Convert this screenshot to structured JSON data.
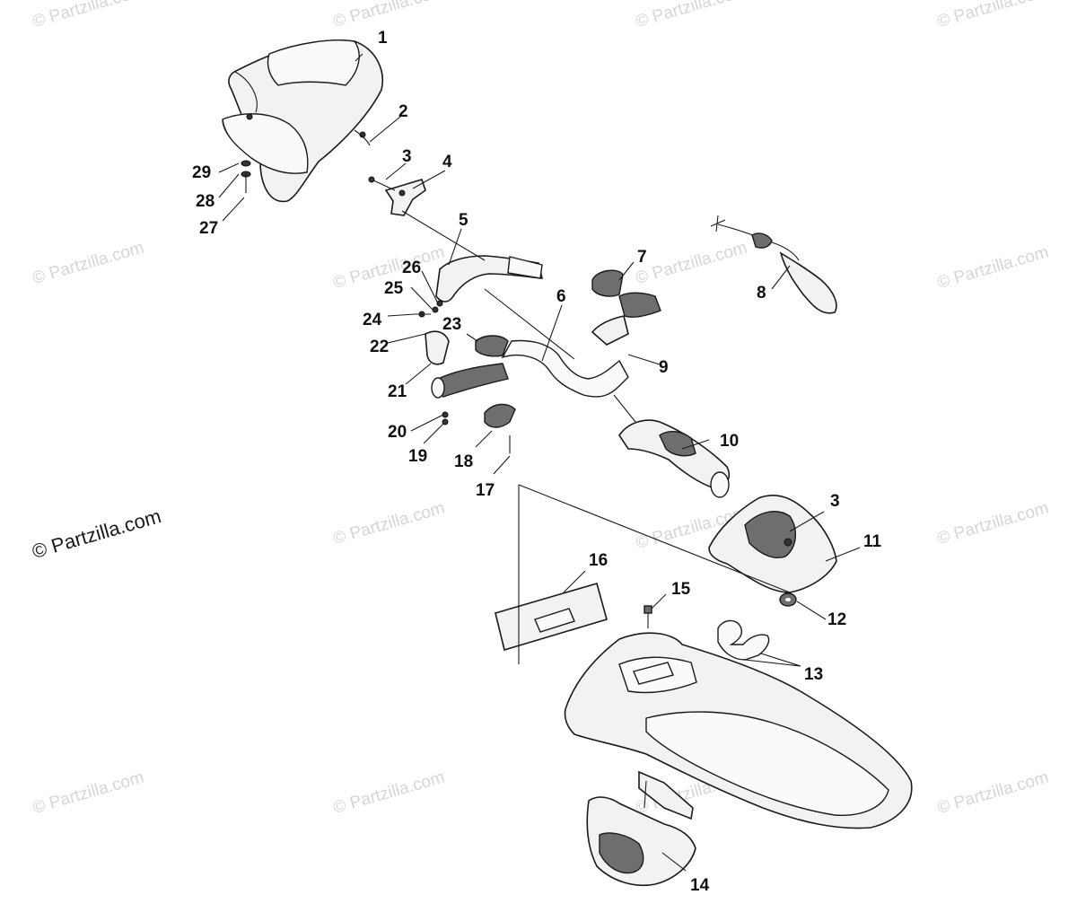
{
  "diagram": {
    "callouts": [
      "1",
      "2",
      "3",
      "4",
      "5",
      "6",
      "7",
      "8",
      "9",
      "10",
      "3",
      "11",
      "12",
      "13",
      "14",
      "15",
      "16",
      "17",
      "18",
      "19",
      "20",
      "21",
      "22",
      "23",
      "24",
      "25",
      "26",
      "27",
      "28",
      "29"
    ]
  },
  "watermark": {
    "text": "© Partzilla.com",
    "main_text": "© Partzilla.com"
  }
}
